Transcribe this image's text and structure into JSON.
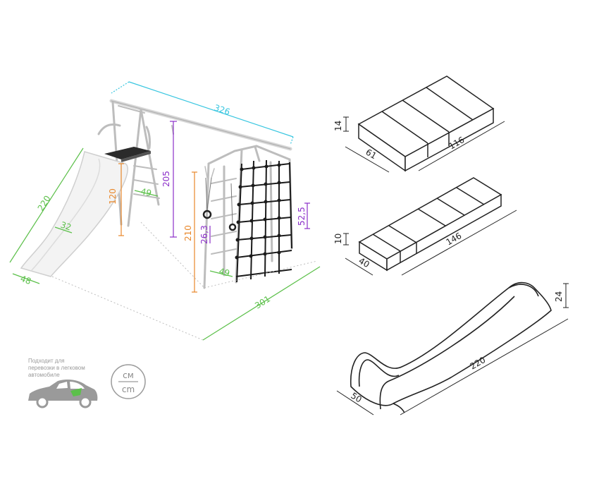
{
  "colors": {
    "cyan": "#38c6e0",
    "purple": "#8b2fc9",
    "orange": "#e8872a",
    "green": "#5cc04a",
    "dark": "#222222",
    "gray": "#9a9a9a",
    "frame": "#bdbdbd"
  },
  "frame": {
    "width": "326",
    "swing_height": "205",
    "platform_height": "120",
    "step_depth": "49",
    "slide_length": "220",
    "slide_width": "32",
    "slide_base": "48",
    "tower_height": "210",
    "ring_length": "52,5",
    "rung_gap": "26,3",
    "tower_depth": "49",
    "base_length": "301"
  },
  "package_1": {
    "height": "14",
    "depth": "61",
    "length": "116"
  },
  "package_2": {
    "height": "10",
    "depth": "40",
    "length": "146"
  },
  "slide_package": {
    "height": "24",
    "width": "50",
    "length": "220"
  },
  "transport_note": [
    "Подходит для",
    "перевозки в легковом",
    "автомобиле"
  ],
  "units": {
    "top": "см",
    "bottom": "cm"
  },
  "icons": [
    "car-icon",
    "units-icon"
  ]
}
